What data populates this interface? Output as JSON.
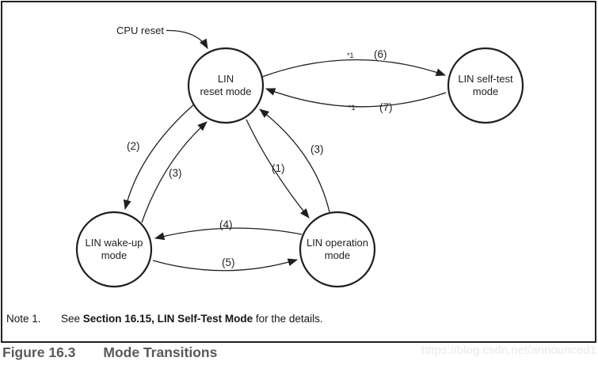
{
  "colors": {
    "line": "#1f1f1f",
    "caption_gray": "#58595b",
    "watermark_gray": "#e9e9e9"
  },
  "figure": {
    "caption_number": "Figure 16.3",
    "caption_title": "Mode Transitions"
  },
  "watermark": "https://blog.csdn.net/announced1",
  "note": {
    "label": "Note 1.",
    "see_prefix": "See ",
    "bold_text": "Section 16.15, LIN Self-Test Mode",
    "suffix": " for the details."
  },
  "diagram": {
    "cpu_reset_label": "CPU reset",
    "nodes": [
      {
        "id": "lin-reset-mode",
        "label": "LIN\nreset mode"
      },
      {
        "id": "lin-self-test-mode",
        "label": "LIN self-test\nmode"
      },
      {
        "id": "lin-wake-up-mode",
        "label": "LIN wake-up\nmode"
      },
      {
        "id": "lin-operation-mode",
        "label": "LIN operation\nmode"
      }
    ],
    "transitions": [
      {
        "label": "(1)",
        "from": "lin-reset-mode",
        "to": "lin-operation-mode"
      },
      {
        "label": "(2)",
        "from": "lin-reset-mode",
        "to": "lin-wake-up-mode"
      },
      {
        "label": "(3)",
        "from": "lin-wake-up-mode",
        "to": "lin-reset-mode"
      },
      {
        "label": "(3)",
        "from": "lin-operation-mode",
        "to": "lin-reset-mode"
      },
      {
        "label": "(4)",
        "from": "lin-operation-mode",
        "to": "lin-wake-up-mode"
      },
      {
        "label": "(5)",
        "from": "lin-wake-up-mode",
        "to": "lin-operation-mode"
      },
      {
        "label": "(6)",
        "note_ref": "*1",
        "from": "lin-reset-mode",
        "to": "lin-self-test-mode"
      },
      {
        "label": "(7)",
        "note_ref": "*1",
        "from": "lin-self-test-mode",
        "to": "lin-reset-mode"
      }
    ]
  }
}
